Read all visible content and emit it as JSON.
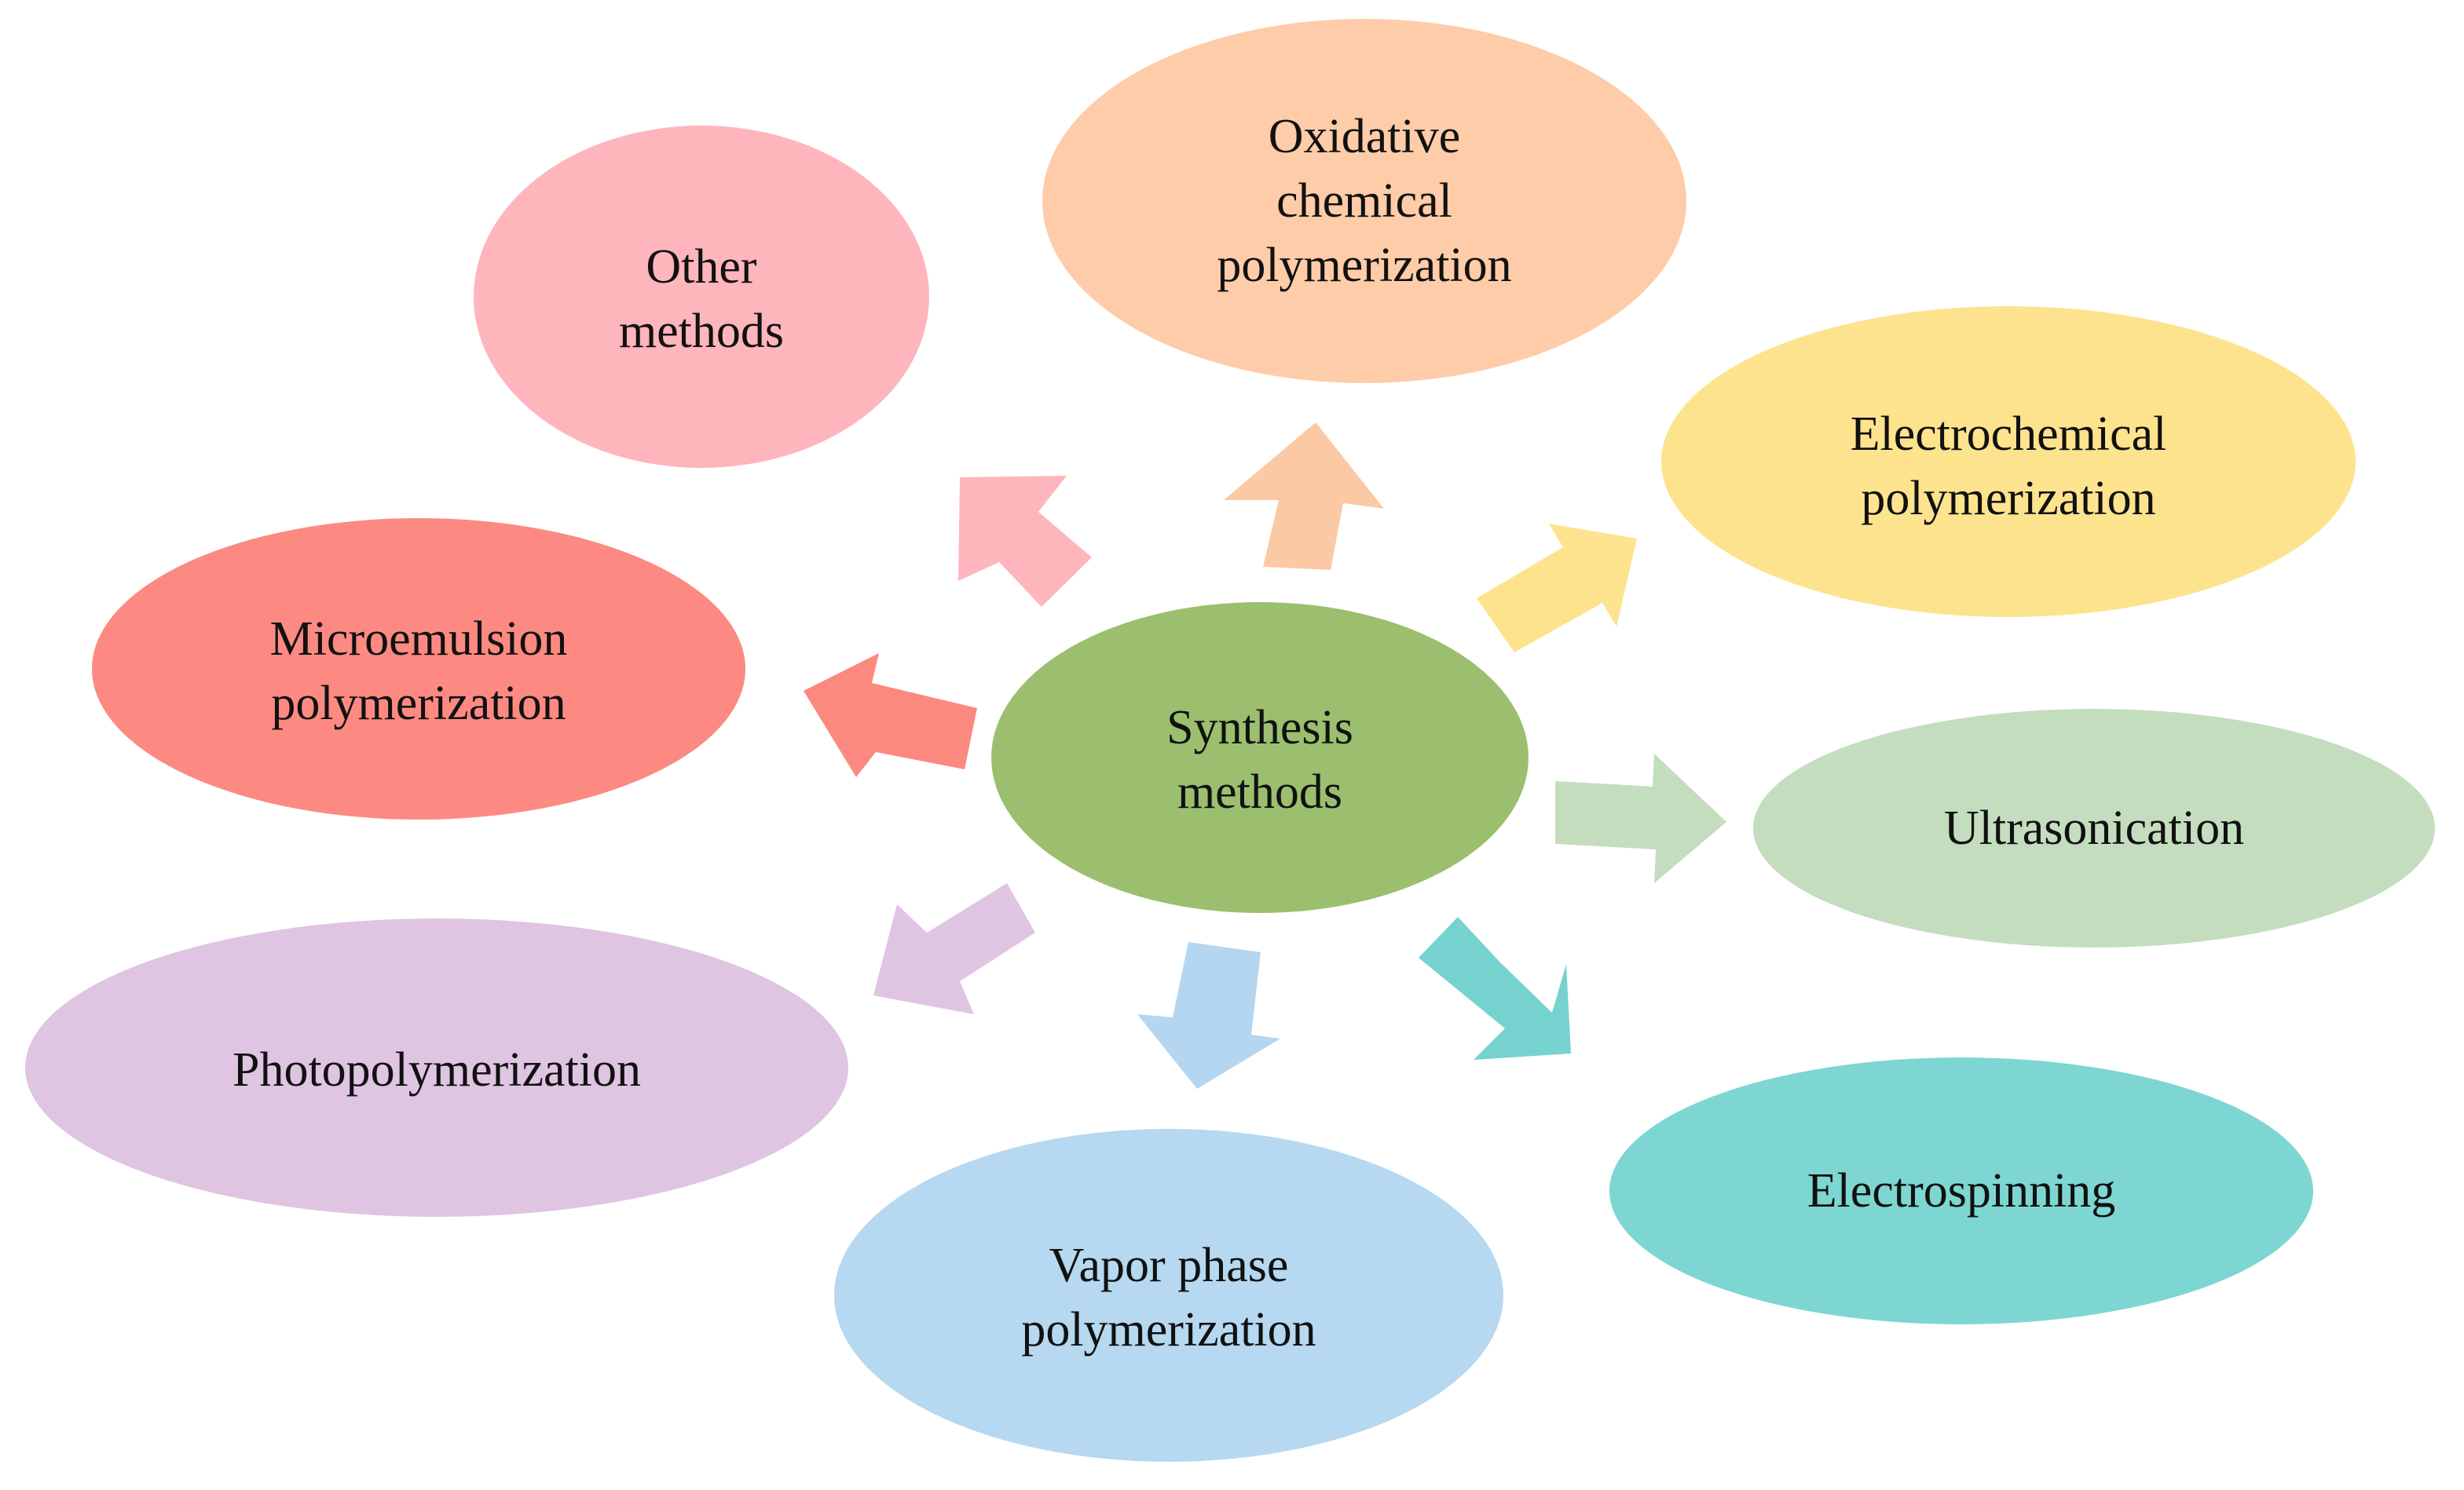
{
  "center": {
    "lines": [
      "Synthesis",
      "methods"
    ],
    "color": "#9BBF6E"
  },
  "methods": [
    {
      "id": "oxidative-chemical-polymerization",
      "lines": [
        "Oxidative",
        "chemical",
        "polymerization"
      ],
      "color": "#FECCA8",
      "arrow_color": "#FBC9A4"
    },
    {
      "id": "electrochemical-polymerization",
      "lines": [
        "Electrochemical",
        "polymerization"
      ],
      "color": "#FEE38E",
      "arrow_color": "#FEE38E"
    },
    {
      "id": "ultrasonication",
      "lines": [
        "Ultrasonication"
      ],
      "color": "#C4DDBF",
      "arrow_color": "#C4DDBF"
    },
    {
      "id": "electrospinning",
      "lines": [
        "Electrospinning"
      ],
      "color": "#7DD6D1",
      "arrow_color": "#75D2CF"
    },
    {
      "id": "vapor-phase-polymerization",
      "lines": [
        "Vapor phase",
        "polymerization"
      ],
      "color": "#B6D8F0",
      "arrow_color": "#B4D6F0"
    },
    {
      "id": "photopolymerization",
      "lines": [
        "Photopolymerization"
      ],
      "color": "#DFC5E2",
      "arrow_color": "#DFC5E2"
    },
    {
      "id": "microemulsion-polymerization",
      "lines": [
        "Microemulsion",
        "polymerization"
      ],
      "color": "#FC8A82",
      "arrow_color": "#FC8980"
    },
    {
      "id": "other-methods",
      "lines": [
        "Other",
        "methods"
      ],
      "color": "#FEB5BC",
      "arrow_color": "#FEB6BC"
    }
  ]
}
